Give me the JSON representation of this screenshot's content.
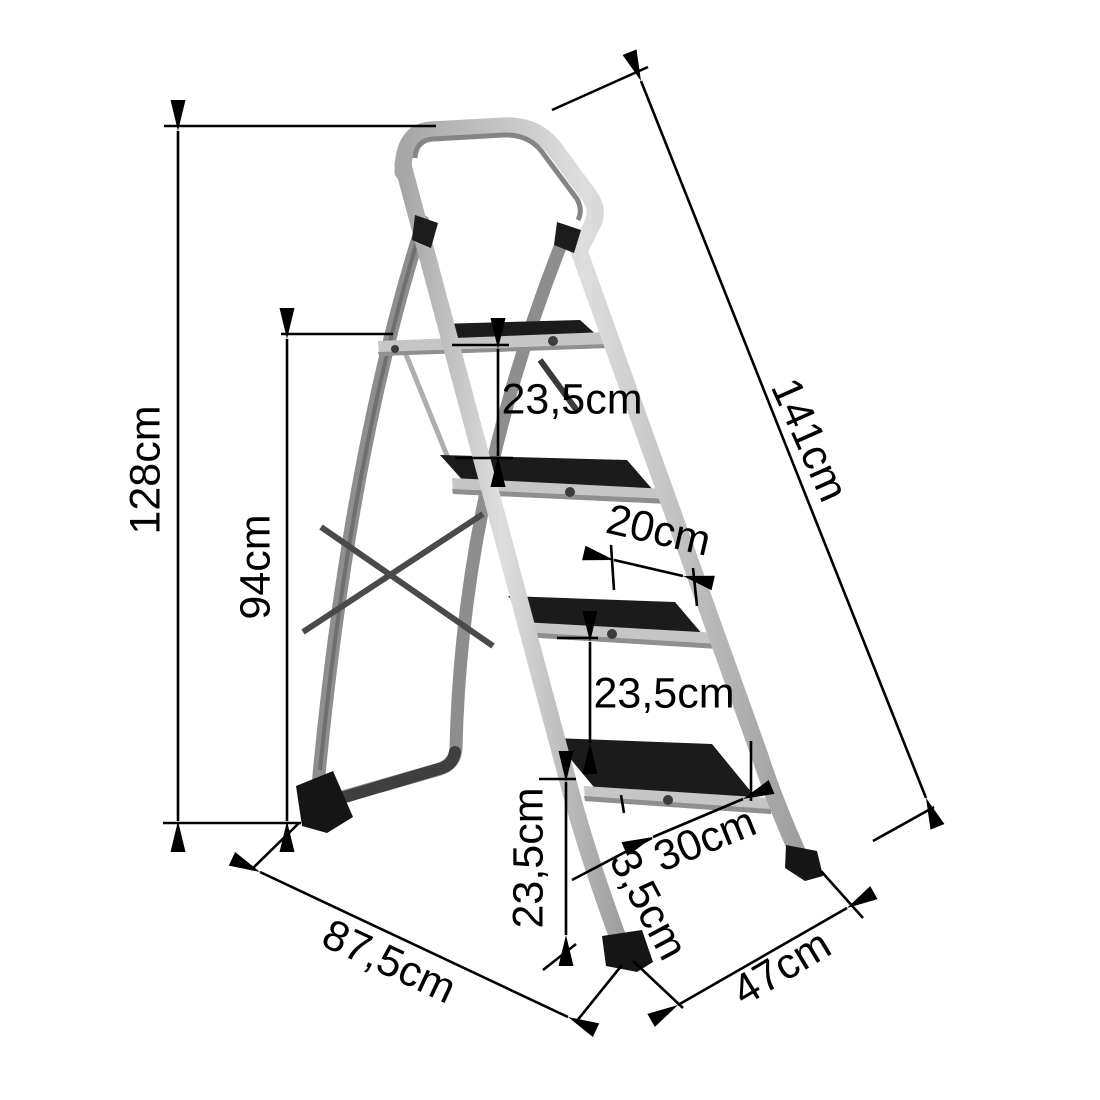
{
  "diagram": {
    "subject": "4-step folding step ladder dimension drawing",
    "step_count": 4,
    "unit": "cm",
    "colors": {
      "background": "#ffffff",
      "dimension_lines": "#000000",
      "label_text": "#000000",
      "ladder_tube_light": "#b9b9b9",
      "ladder_tube_highlight": "#dedede",
      "ladder_tube_rear": "#8e8e8e",
      "ladder_rear_bar": "#3f3f3f",
      "step_surface": "#1b1b1b",
      "step_edge_bar": "#c6c6c6",
      "foot_caps": "#151515"
    },
    "dimensions": {
      "total_height": {
        "label": "128cm"
      },
      "upper_frame_height": {
        "label": "94cm"
      },
      "side_rail_length": {
        "label": "141cm"
      },
      "step_gap_top": {
        "label": "23,5cm"
      },
      "step_depth": {
        "label": "20cm"
      },
      "step_gap_middle": {
        "label": "23,5cm"
      },
      "step_width": {
        "label": "30cm"
      },
      "step_edge_offset": {
        "label": "3,5cm"
      },
      "step_gap_bottom": {
        "label": "23,5cm"
      },
      "base_depth": {
        "label": "87,5cm"
      },
      "base_width": {
        "label": "47cm"
      }
    }
  }
}
